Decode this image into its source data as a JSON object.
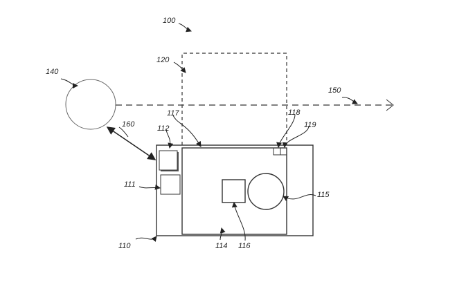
{
  "labels": {
    "system": "100",
    "device": "110",
    "component_111": "111",
    "component_112": "112",
    "display": "114",
    "component_115": "115",
    "component_116": "116",
    "edge_117": "117",
    "sensor_118": "118",
    "sensor_119": "119",
    "field_of_view": "120",
    "object": "140",
    "direction": "150",
    "distance": "160"
  }
}
